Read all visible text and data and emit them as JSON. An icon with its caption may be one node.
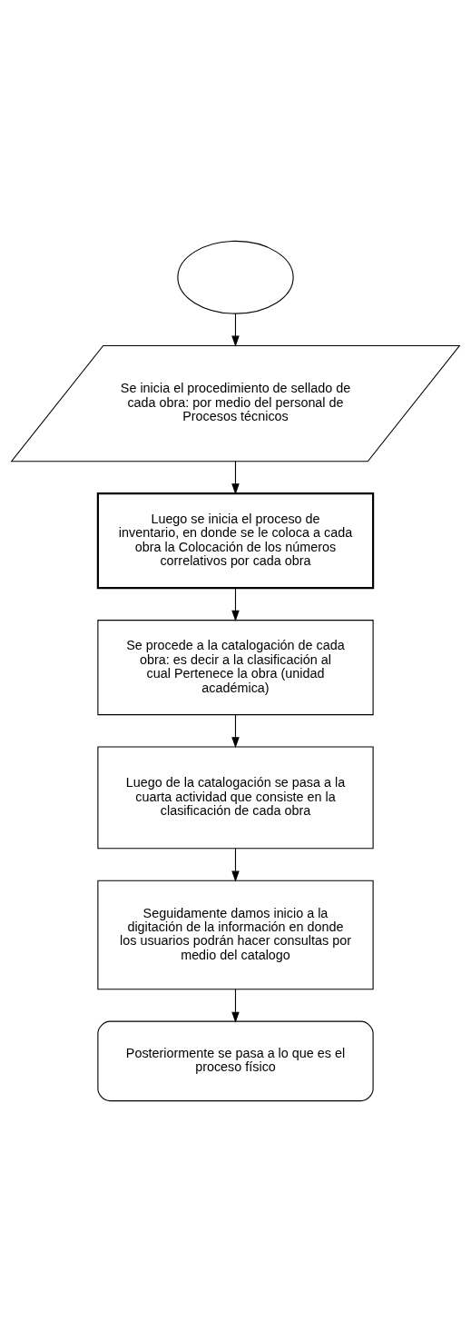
{
  "diagram": {
    "nodes": [
      {
        "text": [],
        "shape": "oval"
      },
      {
        "text": [
          "Se inicia el procedimiento de sellado de cada obra: por medio del personal de Procesos técnicos"
        ]
      },
      {
        "text": [
          "Luego se inicia el proceso de inventario, en donde se le coloca a cada obra la Colocación de los números correlativos por cada obra"
        ]
      },
      {
        "text": [
          "Se procede a la catalogación de cada obra: es decir a la clasificación al cual Pertenece la obra (unidad académica)"
        ]
      },
      {
        "text": [
          "Luego de la catalogación se pasa a la cuarta actividad que consiste en la clasificación de cada obra"
        ]
      },
      {
        "text": [
          "Seguidamente damos inicio a la digitación de la información en donde los usuarios podrán hacer consultas por medio del catalogo"
        ]
      },
      {
        "text": [
          "Posteriormente se pasa a lo que es el proceso físico"
        ]
      }
    ],
    "edges": [
      {
        "from": 0,
        "to": 1,
        "arrow": "to"
      },
      {
        "from": 1,
        "to": 2,
        "arrow": "to"
      },
      {
        "from": 2,
        "to": 3,
        "arrow": "to"
      },
      {
        "from": 3,
        "to": 4,
        "arrow": "to"
      },
      {
        "from": 4,
        "to": 5,
        "arrow": "to"
      },
      {
        "from": 5,
        "to": 6,
        "arrow": "to"
      }
    ]
  }
}
